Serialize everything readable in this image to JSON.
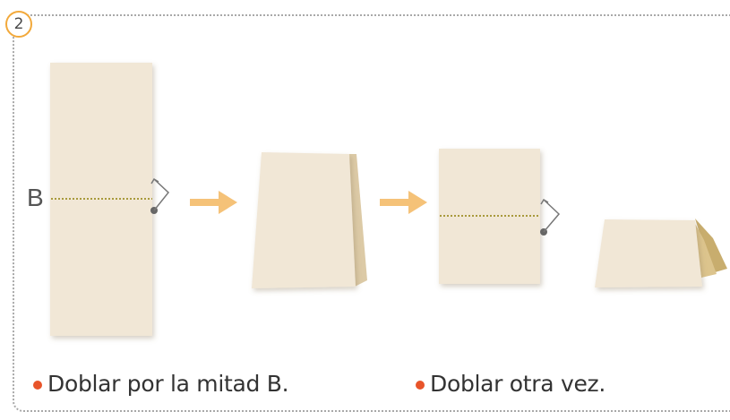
{
  "step": {
    "number": "2"
  },
  "fold_line_label": "B",
  "captions": [
    {
      "text": "Doblar por la mitad ",
      "emphasis": "B."
    },
    {
      "text": "Doblar otra vez.",
      "emphasis": ""
    }
  ],
  "colors": {
    "paper": "#f1e7d6",
    "paper_shadow": "#d8c7a8",
    "arrow": "#f5c278",
    "dotted_line": "#a89a3c",
    "bullet": "#e8542a",
    "badge_ring": "#f2a93b"
  }
}
